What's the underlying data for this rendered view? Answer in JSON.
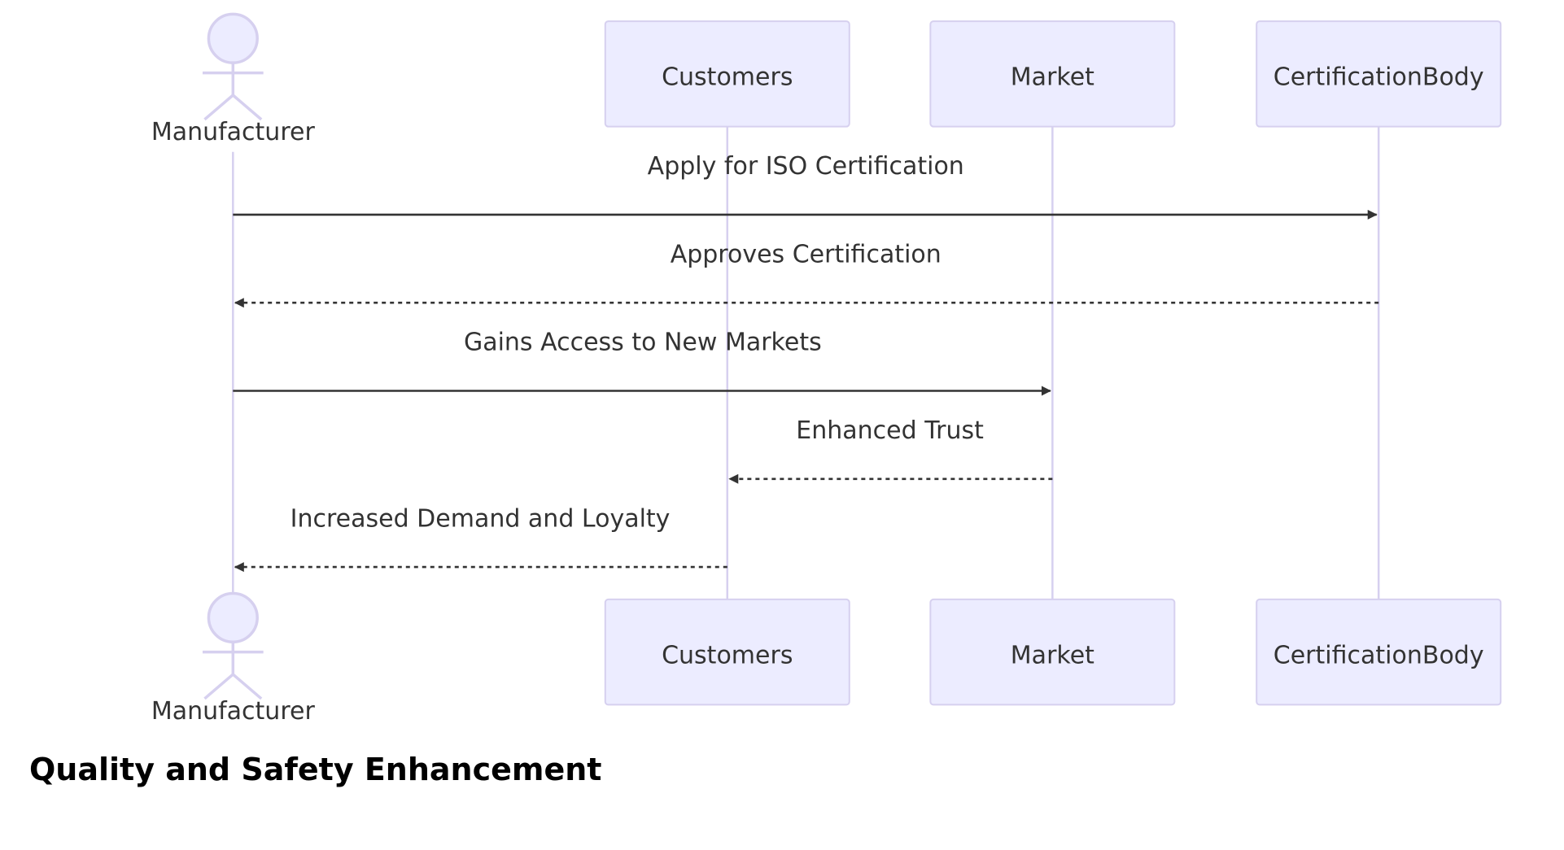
{
  "title": "Quality and Safety Enhancement",
  "participants": [
    {
      "id": "manufacturer",
      "label": "Manufacturer",
      "kind": "actor"
    },
    {
      "id": "customers",
      "label": "Customers",
      "kind": "box"
    },
    {
      "id": "market",
      "label": "Market",
      "kind": "box"
    },
    {
      "id": "certification",
      "label": "CertificationBody",
      "kind": "box"
    }
  ],
  "messages": [
    {
      "from": "manufacturer",
      "to": "certification",
      "label": "Apply for ISO Certification",
      "style": "solid"
    },
    {
      "from": "certification",
      "to": "manufacturer",
      "label": "Approves Certification",
      "style": "dashed"
    },
    {
      "from": "manufacturer",
      "to": "market",
      "label": "Gains Access to New Markets",
      "style": "solid"
    },
    {
      "from": "market",
      "to": "customers",
      "label": "Enhanced Trust",
      "style": "dashed"
    },
    {
      "from": "customers",
      "to": "manufacturer",
      "label": "Increased Demand and Loyalty",
      "style": "dashed"
    }
  ],
  "colors": {
    "participant_fill": "#ececff",
    "participant_stroke": "#d6d0ef",
    "message": "#333333"
  }
}
